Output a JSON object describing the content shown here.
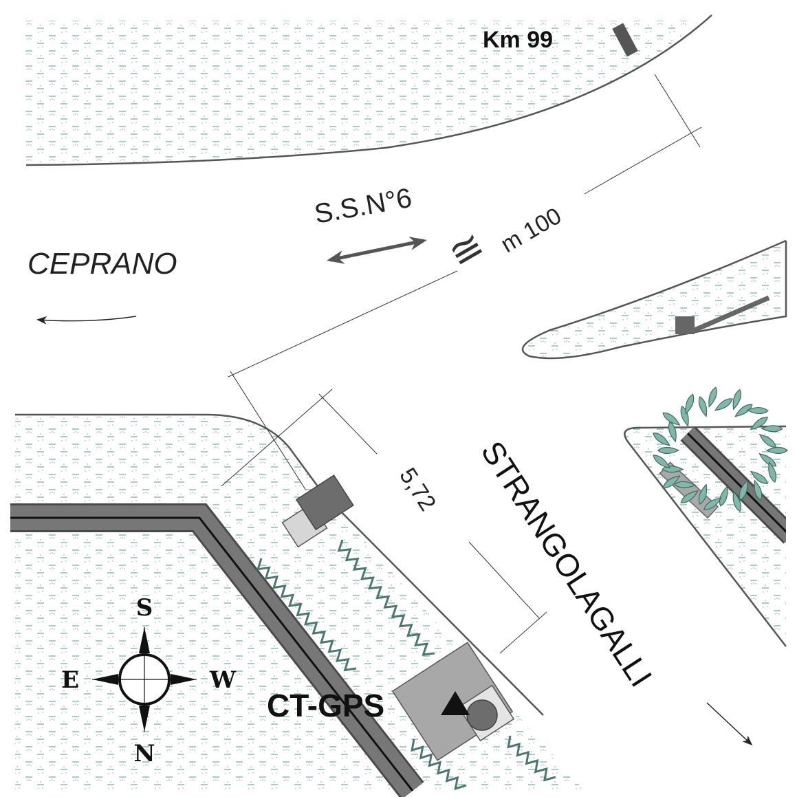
{
  "labels": {
    "km_marker": "Km 99",
    "road_name": "S.S.N°6",
    "distance_symbol": "≅",
    "distance": "m 100",
    "town_west": "CEPRANO",
    "town_south": "STRANGOLAGALLI",
    "width_measure": "5,72",
    "station": "CT-GPS"
  },
  "compass": {
    "north": "N",
    "south": "S",
    "east": "E",
    "west": "W"
  },
  "colors": {
    "grass_dash": "#4f9e86",
    "grass_dot": "#8a9e98",
    "road_outline": "#555555",
    "rail_outer": "#6d6d6d",
    "rail_edge": "#4a4a4a",
    "building_dark": "#6d6d6d",
    "building_light": "#cfcfcf",
    "platform": "#a8a8a8",
    "tree_leaf": "#7fb8aa",
    "tree_leaf_edge": "#3f6a5e",
    "hedge": "#4a7870"
  }
}
